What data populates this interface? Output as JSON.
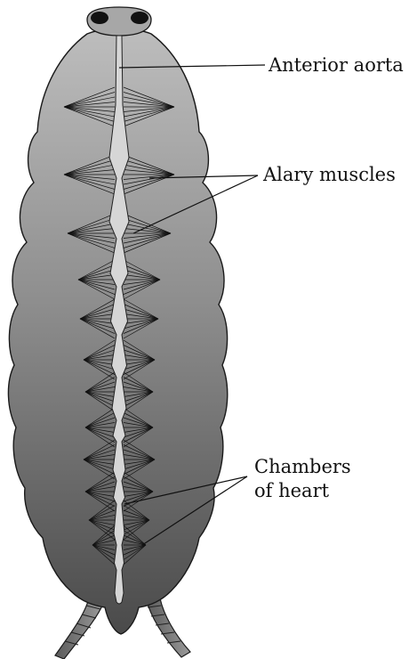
{
  "labels": {
    "anterior_aorta": "Anterior aorta",
    "alary_muscles": "Alary muscles",
    "chambers_line1": "Chambers",
    "chambers_line2": "of heart"
  },
  "colors": {
    "body_top": "#b9b9b9",
    "body_bottom": "#4e4e4e",
    "heart": "#d6d6d6",
    "outline": "#1a1a1a"
  }
}
